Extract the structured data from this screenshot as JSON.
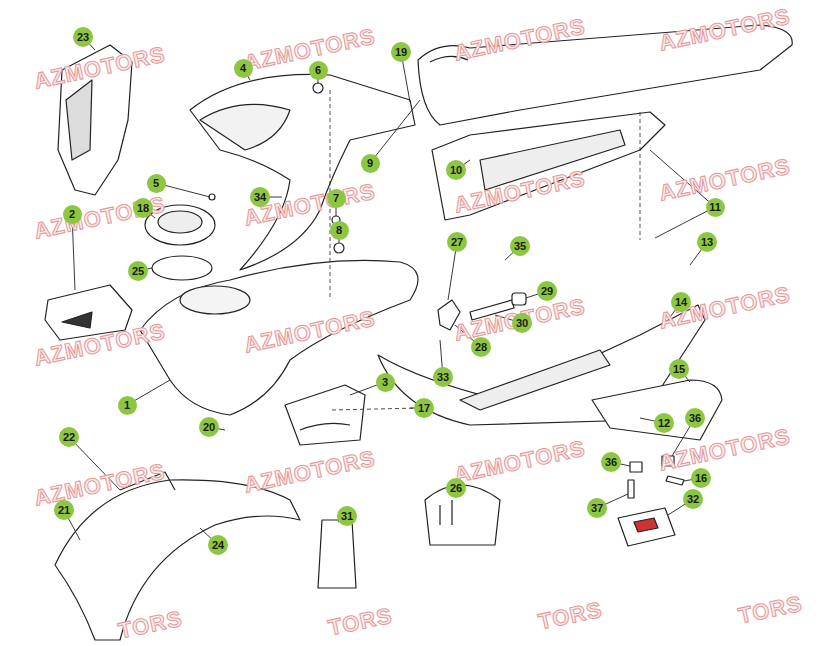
{
  "diagram": {
    "nodes": [
      {
        "text": [
          "23"
        ]
      },
      {
        "text": [
          "19"
        ]
      },
      {
        "text": [
          "4"
        ]
      },
      {
        "text": [
          "6"
        ]
      },
      {
        "text": [
          "9"
        ]
      },
      {
        "text": [
          "10"
        ]
      },
      {
        "text": [
          "5"
        ]
      },
      {
        "text": [
          "34"
        ]
      },
      {
        "text": [
          "7"
        ]
      },
      {
        "text": [
          "11"
        ]
      },
      {
        "text": [
          "18"
        ]
      },
      {
        "text": [
          "2"
        ]
      },
      {
        "text": [
          "8"
        ]
      },
      {
        "text": [
          "27"
        ]
      },
      {
        "text": [
          "13"
        ]
      },
      {
        "text": [
          "35"
        ]
      },
      {
        "text": [
          "25"
        ]
      },
      {
        "text": [
          "29"
        ]
      },
      {
        "text": [
          "14"
        ]
      },
      {
        "text": [
          "30"
        ]
      },
      {
        "text": [
          "28"
        ]
      },
      {
        "text": [
          "15"
        ]
      },
      {
        "text": [
          "33"
        ]
      },
      {
        "text": [
          "3"
        ]
      },
      {
        "text": [
          "1"
        ]
      },
      {
        "text": [
          "17"
        ]
      },
      {
        "text": [
          "36"
        ]
      },
      {
        "text": [
          "12"
        ]
      },
      {
        "text": [
          "20"
        ]
      },
      {
        "text": [
          "22"
        ]
      },
      {
        "text": [
          "36"
        ]
      },
      {
        "text": [
          "16"
        ]
      },
      {
        "text": [
          "26"
        ]
      },
      {
        "text": [
          "32"
        ]
      },
      {
        "text": [
          "37"
        ]
      },
      {
        "text": [
          "21"
        ]
      },
      {
        "text": [
          "31"
        ]
      },
      {
        "text": [
          "24"
        ]
      }
    ],
    "labels": [
      "AZMOTORS",
      "AZMOTORS",
      "AZMOTORS",
      "AZMOTORS",
      "AZMOTORS",
      "AZMOTORS",
      "AZMOTORS",
      "AZMOTORS",
      "AZMOTORS",
      "AZMOTORS",
      "AZMOTORS",
      "AZMOTORS",
      "AZMOTORS",
      "AZMOTORS",
      "AZMOTORS",
      "AZMOTORS",
      "TORS",
      "TORS",
      "TORS",
      "TORS"
    ]
  }
}
